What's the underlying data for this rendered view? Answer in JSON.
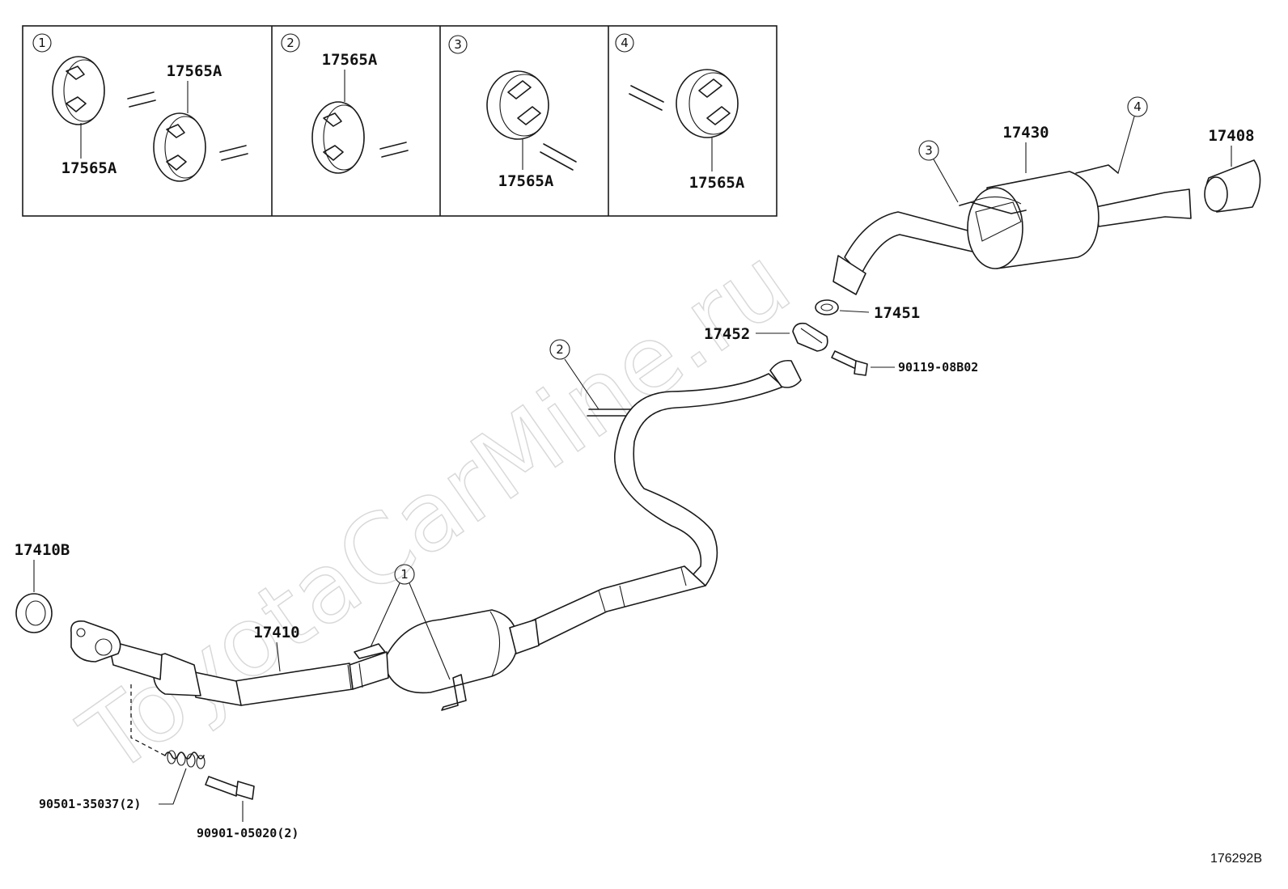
{
  "watermark": "ToyotaCarMine.ru",
  "diagram_ref": "176292B",
  "detail_panels": [
    {
      "number": "1",
      "parts": [
        "17565A",
        "17565A"
      ]
    },
    {
      "number": "2",
      "parts": [
        "17565A"
      ]
    },
    {
      "number": "3",
      "parts": [
        "17565A"
      ]
    },
    {
      "number": "4",
      "parts": [
        "17565A"
      ]
    }
  ],
  "callouts": {
    "c1": "1",
    "c2": "2",
    "c3": "3",
    "c4": "4"
  },
  "parts": {
    "tail_tip": "17408",
    "muffler": "17430",
    "gasket_ring": "17451",
    "clamp": "17452",
    "bolt_center": "90119-08B02",
    "front_gasket": "17410B",
    "front_pipe": "17410",
    "spring": "90501-35037(2)",
    "bolt_front": "90901-05020(2)"
  }
}
